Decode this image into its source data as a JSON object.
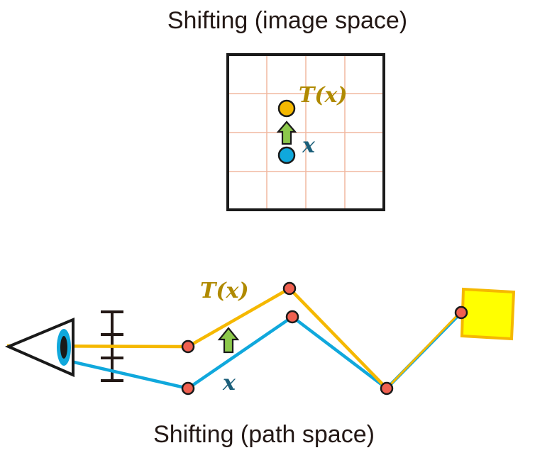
{
  "titles": {
    "image_space": "Shifting (image space)",
    "path_space": "Shifting (path space)"
  },
  "labels": {
    "shifted": "T(x)",
    "original": "x"
  },
  "colors": {
    "shifted_path": "#f5b800",
    "original_path": "#10a8dc",
    "shifted_label": "#b08a00",
    "original_label": "#1b5f7a",
    "vertex": "#f06050",
    "arrow": "#8cc84b",
    "grid": "#f0b8a0",
    "light_source": "#ffff00",
    "outline": "#1a1a1a"
  },
  "icons": {
    "camera": "eye-camera-icon",
    "sensor": "sensor-ruler-icon",
    "light": "light-source-icon",
    "shift": "shift-arrow-icon"
  }
}
